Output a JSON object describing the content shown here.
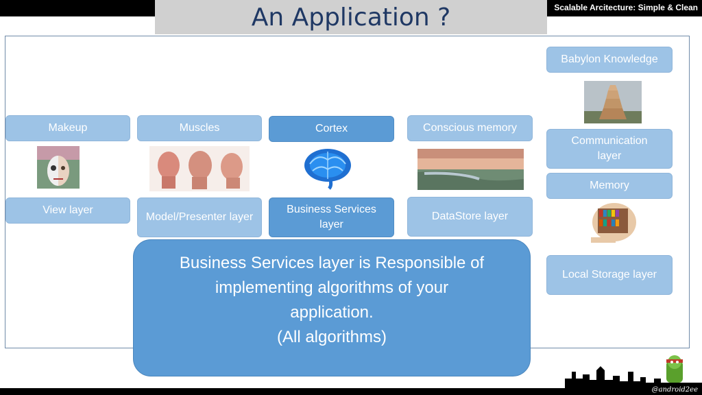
{
  "header": {
    "title": "An Application ?",
    "brand": "Scalable Arcitecture: Simple & Clean"
  },
  "columns": [
    {
      "top": "Makeup",
      "bottom": "View layer",
      "icon": "face-makeup-image"
    },
    {
      "top": "Muscles",
      "bottom": "Model/Presenter layer",
      "icon": "facial-muscles-image"
    },
    {
      "top": "Cortex",
      "bottom": "Business Services layer",
      "icon": "brain-image"
    },
    {
      "top": "Conscious memory",
      "bottom": "DataStore layer",
      "icon": "landscape-image"
    }
  ],
  "right_column": {
    "babylon": "Babylon Knowledge",
    "communication": "Communication layer",
    "memory": "Memory",
    "local_storage": "Local Storage layer"
  },
  "callout": {
    "line1": "Business Services layer is Responsible of",
    "line2": "implementing algorithms of your",
    "line3": "application.",
    "line4": "(All algorithms)"
  },
  "footer": {
    "handle": "@android2ee"
  },
  "colors": {
    "pill_light": "#9dc3e6",
    "pill_dark": "#5b9bd5",
    "title": "#1f3864"
  }
}
